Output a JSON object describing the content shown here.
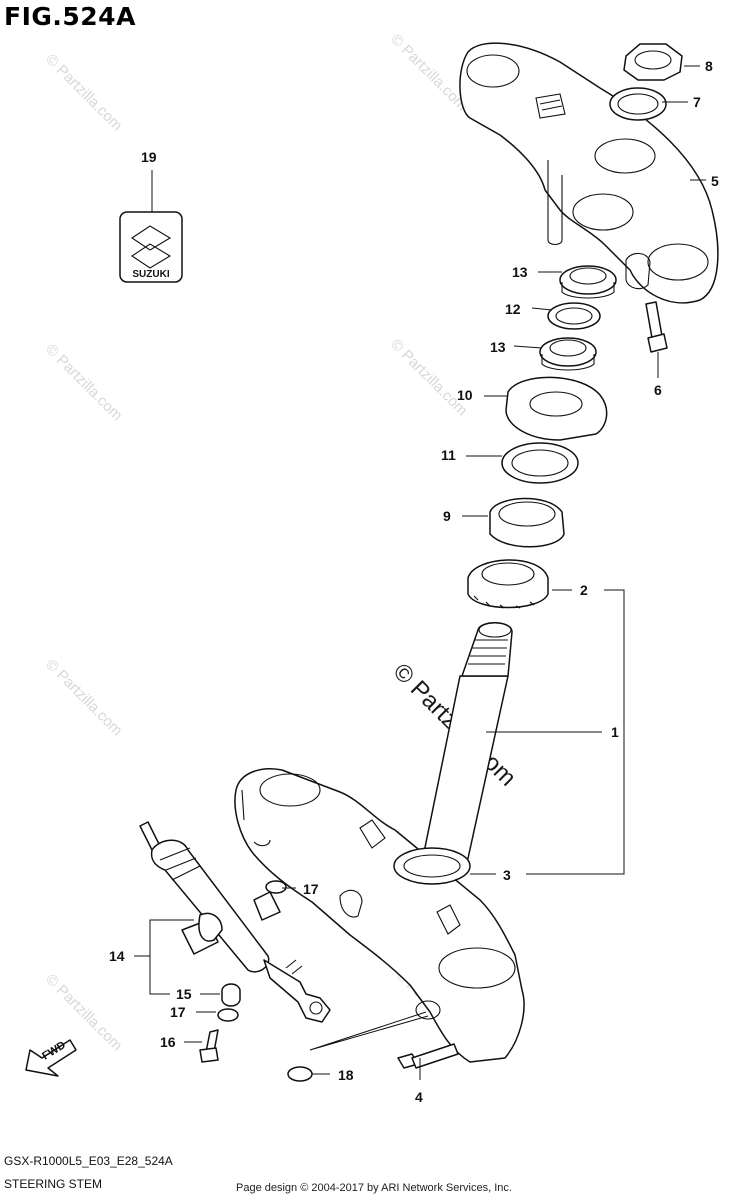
{
  "figure": {
    "title": "FIG.524A",
    "model_code": "GSX-R1000L5_E03_E28_524A",
    "section_name": "STEERING STEM",
    "credit": "Page design © 2004-2017 by ARI Network Services, Inc."
  },
  "watermark": {
    "text": "© Partzilla.com"
  },
  "emblem": {
    "label": "SUZUKI"
  },
  "callouts": [
    "1",
    "2",
    "3",
    "4",
    "5",
    "6",
    "7",
    "8",
    "9",
    "10",
    "11",
    "12",
    "13",
    "13",
    "14",
    "15",
    "16",
    "17",
    "17",
    "18",
    "19"
  ],
  "parts": [
    {
      "ref": "1",
      "name": "steering-stem-shaft"
    },
    {
      "ref": "2",
      "name": "upper-bearing"
    },
    {
      "ref": "3",
      "name": "lower-bearing-seal"
    },
    {
      "ref": "4",
      "name": "clamp-bolt"
    },
    {
      "ref": "5",
      "name": "upper-triple-clamp"
    },
    {
      "ref": "6",
      "name": "pinch-bolt"
    },
    {
      "ref": "7",
      "name": "washer"
    },
    {
      "ref": "8",
      "name": "stem-nut"
    },
    {
      "ref": "9",
      "name": "bearing-race"
    },
    {
      "ref": "10",
      "name": "dust-cover"
    },
    {
      "ref": "11",
      "name": "seal-ring"
    },
    {
      "ref": "12",
      "name": "lock-washer"
    },
    {
      "ref": "13",
      "name": "lock-nut"
    },
    {
      "ref": "14",
      "name": "steering-damper"
    },
    {
      "ref": "15",
      "name": "bushing"
    },
    {
      "ref": "16",
      "name": "damper-bolt"
    },
    {
      "ref": "17",
      "name": "damper-washer"
    },
    {
      "ref": "18",
      "name": "flange-nut"
    },
    {
      "ref": "19",
      "name": "suzuki-emblem"
    }
  ]
}
